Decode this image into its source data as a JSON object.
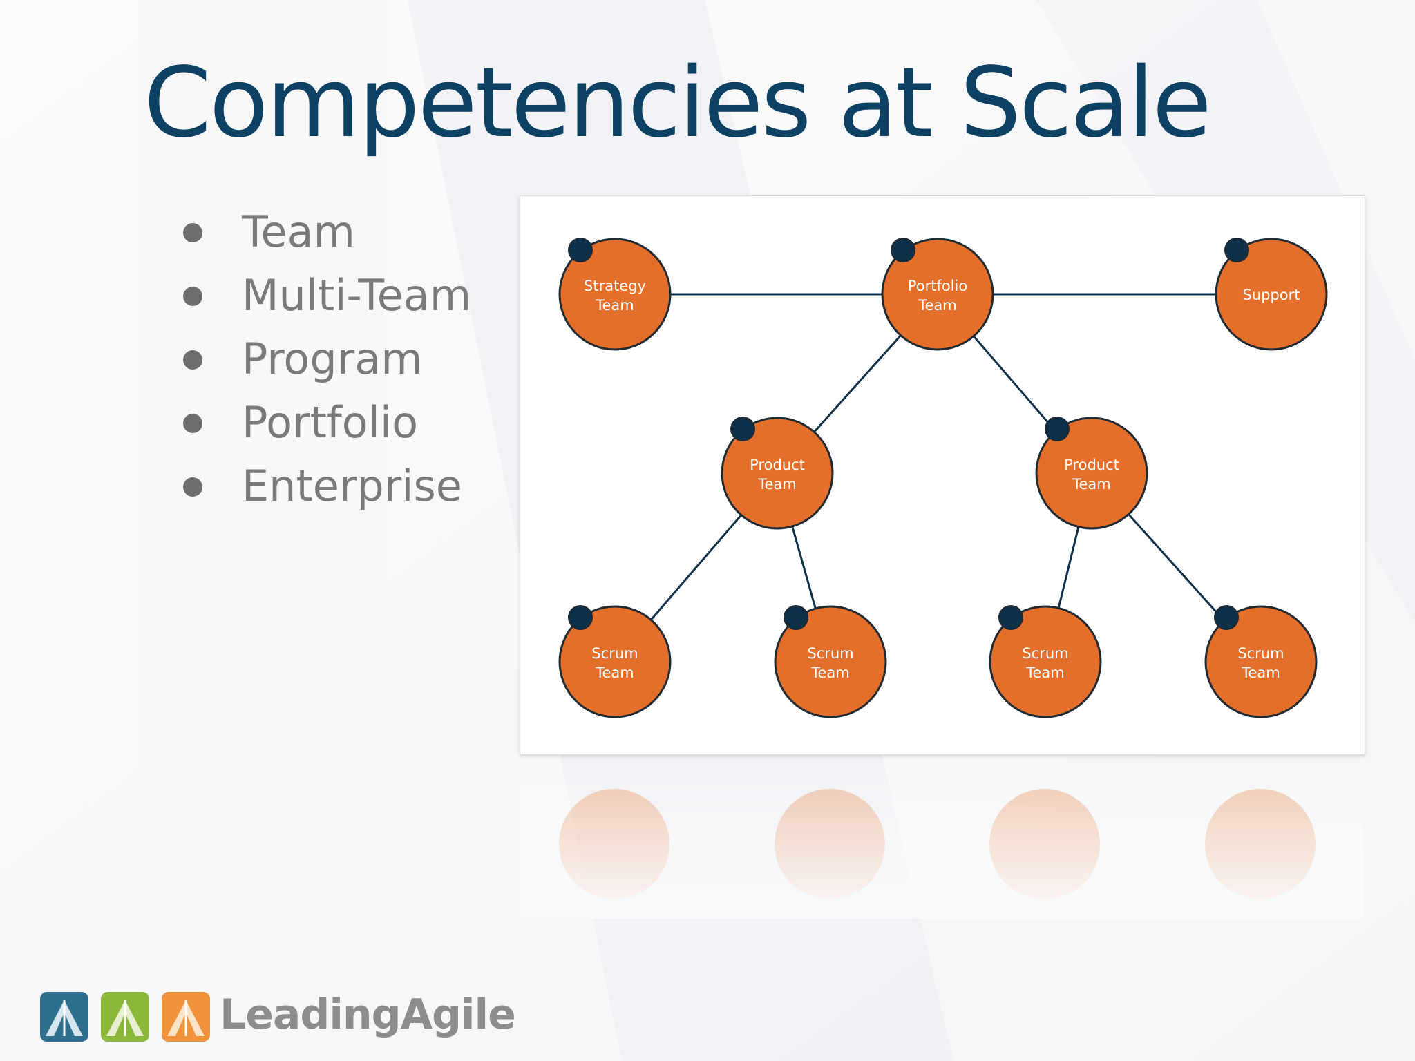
{
  "slide": {
    "title": "Competencies at Scale",
    "bullets": [
      "Team",
      "Multi-Team",
      "Program",
      "Portfolio",
      "Enterprise"
    ]
  },
  "diagram": {
    "node_color": "#e36f2a",
    "connector_color": "#0e3049",
    "nodes": [
      {
        "id": "strategy",
        "line1": "Strategy",
        "line2": "Team"
      },
      {
        "id": "portfolio",
        "line1": "Portfolio",
        "line2": "Team"
      },
      {
        "id": "support",
        "line1": "Support",
        "line2": ""
      },
      {
        "id": "product-left",
        "line1": "Product",
        "line2": "Team"
      },
      {
        "id": "product-right",
        "line1": "Product",
        "line2": "Team"
      },
      {
        "id": "scrum-1",
        "line1": "Scrum",
        "line2": "Team"
      },
      {
        "id": "scrum-2",
        "line1": "Scrum",
        "line2": "Team"
      },
      {
        "id": "scrum-3",
        "line1": "Scrum",
        "line2": "Team"
      },
      {
        "id": "scrum-4",
        "line1": "Scrum",
        "line2": "Team"
      }
    ],
    "edges": [
      [
        "strategy",
        "portfolio"
      ],
      [
        "portfolio",
        "support"
      ],
      [
        "portfolio",
        "product-left"
      ],
      [
        "portfolio",
        "product-right"
      ],
      [
        "product-left",
        "scrum-1"
      ],
      [
        "product-left",
        "scrum-2"
      ],
      [
        "product-right",
        "scrum-3"
      ],
      [
        "product-right",
        "scrum-4"
      ]
    ]
  },
  "logo": {
    "text": "LeadingAgile",
    "colors": [
      "#2e6f8e",
      "#8cb83a",
      "#f0933a"
    ]
  }
}
